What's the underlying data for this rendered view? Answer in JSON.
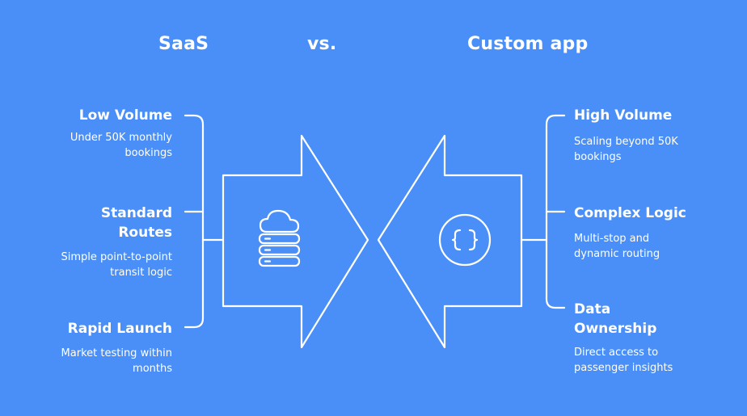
{
  "headers": {
    "left": "SaaS",
    "middle": "vs.",
    "right": "Custom app"
  },
  "saas": [
    {
      "title": "Low Volume",
      "desc": "Under 50K monthly bookings"
    },
    {
      "title": "Standard Routes",
      "desc": "Simple point-to-point transit logic"
    },
    {
      "title": "Rapid Launch",
      "desc": "Market testing within months"
    }
  ],
  "custom": [
    {
      "title": "High Volume",
      "desc": "Scaling beyond 50K bookings"
    },
    {
      "title": "Complex Logic",
      "desc": "Multi-stop and dynamic routing"
    },
    {
      "title": "Data Ownership",
      "desc": "Direct access to passenger insights"
    }
  ],
  "icons": {
    "saas": "cloud-server-icon",
    "custom": "code-braces-icon"
  },
  "colors": {
    "background": "#4a8ff7",
    "foreground": "#ffffff"
  }
}
